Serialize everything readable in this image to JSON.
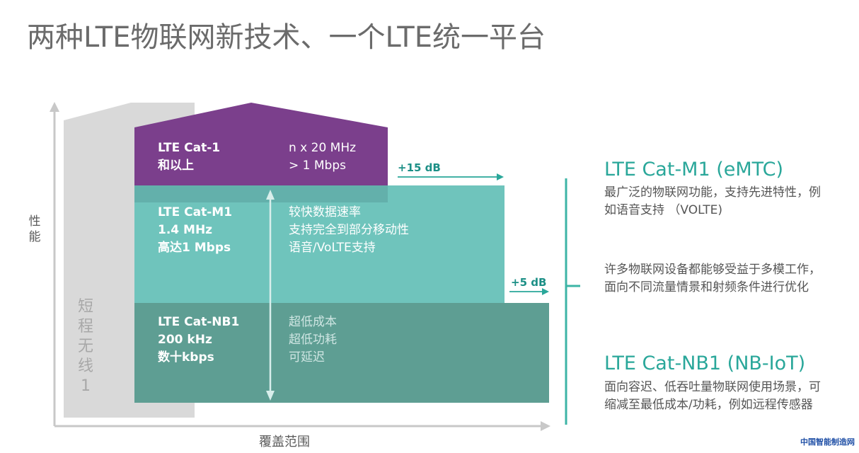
{
  "title": "两种LTE物联网新技术、一个LTE统一平台",
  "axes": {
    "y_label": "性能",
    "x_label": "覆盖范围"
  },
  "short_range": "短程无线1",
  "tiers": {
    "cat1": {
      "name": [
        "LTE Cat-1",
        "和以上"
      ],
      "specs": [
        "n x 20 MHz",
        "> 1 Mbps"
      ],
      "color": "#7b3f8c"
    },
    "catm1": {
      "name": [
        "LTE Cat-M1",
        "1.4 MHz",
        "高达1 Mbps"
      ],
      "specs": [
        "较快数据速率",
        "支持完全到部分移动性",
        "语音/VoLTE支持"
      ],
      "color": "#6fc4bc"
    },
    "nb1": {
      "name": [
        "LTE Cat-NB1",
        "200 kHz",
        "数十kbps"
      ],
      "specs": [
        "超低成本",
        "超低功耗",
        "可延迟"
      ],
      "color": "#5e9e93"
    }
  },
  "gains": {
    "catm1": "+15 dB",
    "nb1": "+5 dB"
  },
  "side": {
    "catm1_title": "LTE Cat-M1 (eMTC)",
    "catm1_text": "最广泛的物联网功能，支持先进特性，例如语音支持 （VOLTE)",
    "common_text": "许多物联网设备都能够受益于多模工作，面向不同流量情景和射频条件进行优化",
    "nb1_title": "LTE Cat-NB1 (NB-IoT)",
    "nb1_text": "面向容迟、低吞吐量物联网使用场景，可缩减至最低成本/功耗，例如远程传感器"
  },
  "watermark": "中国智能制造网",
  "colors": {
    "title": "#6b6b6b",
    "accent": "#2aa79a",
    "bracket": "#3cb4a6",
    "gray_shape": "#d9d9d9"
  }
}
